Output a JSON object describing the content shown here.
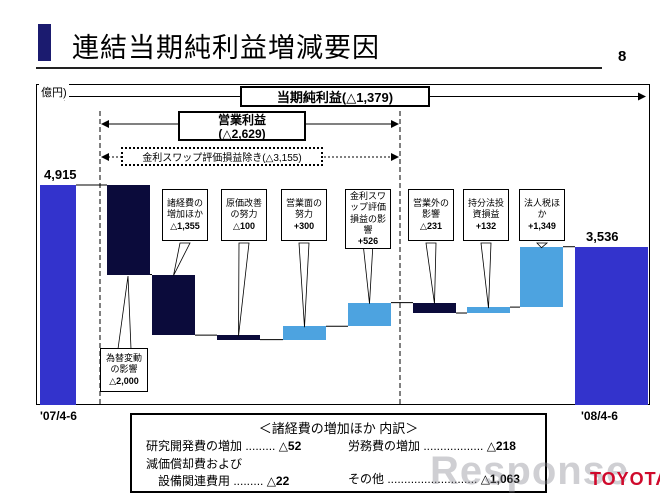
{
  "header": {
    "title": "連結当期純利益増減要因",
    "page_number": "8",
    "unit_label": "億円)"
  },
  "chart_data": {
    "type": "waterfall",
    "unit": "億円",
    "start": {
      "label": "'07/4-6",
      "value": 4915,
      "value_label": "4,915"
    },
    "end": {
      "label": "'08/4-6",
      "value": 3536,
      "value_label": "3,536"
    },
    "steps": [
      {
        "label": "為替変動の影響",
        "delta": -2000,
        "value_label": "△2,000"
      },
      {
        "label": "諸経費の増加ほか",
        "delta": -1355,
        "value_label": "△1,355"
      },
      {
        "label": "原価改善の努力",
        "delta": -100,
        "value_label": "△100"
      },
      {
        "label": "営業面の努力",
        "delta": 300,
        "value_label": "+300"
      },
      {
        "label": "金利スワップ評価損益の影響",
        "delta": 526,
        "value_label": "+526"
      },
      {
        "label": "営業外の影響",
        "delta": -231,
        "value_label": "△231"
      },
      {
        "label": "持分法投資損益",
        "delta": 132,
        "value_label": "+132"
      },
      {
        "label": "法人税ほか",
        "delta": 1349,
        "value_label": "+1,349"
      }
    ],
    "colors": {
      "start_end": "#3333cc",
      "decrease": "#0b0b3b",
      "increase": "#4da3e0"
    },
    "annotations": {
      "net_income": "当期純利益(△1,379)",
      "operating_income_line1": "営業利益",
      "operating_income_line2": "(△2,629)",
      "excluding_swap": "金利スワップ評価損益除き(△3,155)"
    },
    "ylim": [
      0,
      5200
    ],
    "grid": false,
    "legend": false
  },
  "breakdown": {
    "title": "＜諸経費の増加ほか 内訳＞",
    "r1l": {
      "label": "研究開発費の増加",
      "dots": " ......... ",
      "value": "△52"
    },
    "r1r": {
      "label": "労務費の増加",
      "dots": " .................. ",
      "value": "△218"
    },
    "r2l": {
      "label": "減価償却費および",
      "dots": "",
      "value": ""
    },
    "r3l": {
      "label": "設備関連費用",
      "dots": " ......... ",
      "value": "△22"
    },
    "r3r": {
      "label": "その他",
      "dots": " ........................... ",
      "value": "△1,063"
    }
  },
  "footer": {
    "logo_text": "TOYOTA",
    "watermark": "Response"
  }
}
